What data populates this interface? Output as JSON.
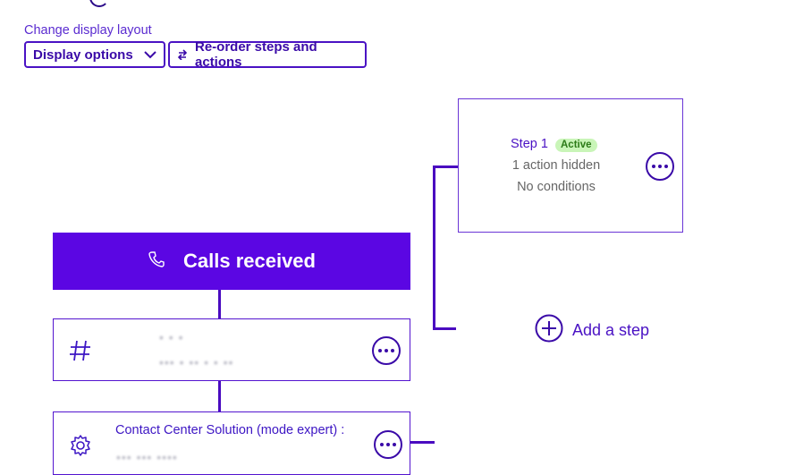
{
  "toolbar": {
    "layout_label": "Change display layout",
    "display_options_label": "Display options",
    "reorder_label": "Re-order steps and actions"
  },
  "trigger": {
    "title": "Calls received",
    "icon": "phone-icon"
  },
  "number_card": {
    "icon": "hash-icon",
    "line1": "• • •",
    "line2": "••• • •• • • ••"
  },
  "ccs_card": {
    "icon": "gear-icon",
    "title": "Contact Center Solution (mode expert) :",
    "subtitle": "•••  ••• ••••"
  },
  "step": {
    "title": "Step 1",
    "badge": "Active",
    "actions_hidden": "1 action hidden",
    "conditions": "No conditions"
  },
  "add_step": {
    "label": "Add a step"
  },
  "colors": {
    "primary": "#5b06e3",
    "active_badge": "#c9f5b8"
  }
}
